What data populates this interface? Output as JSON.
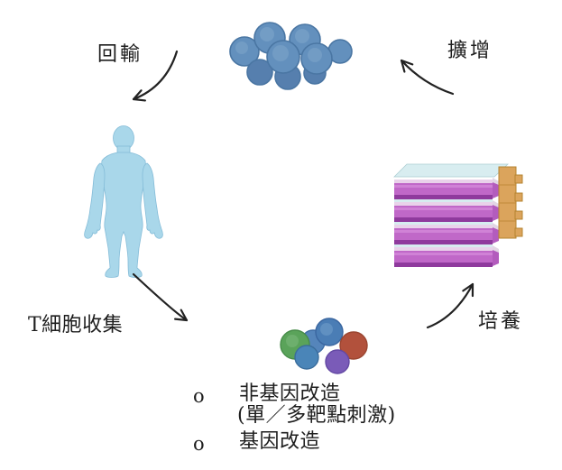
{
  "labels": {
    "reinfusion": "回輸",
    "expansion": "擴增",
    "t_cell_collection": "T細胞收集",
    "culture": "培養"
  },
  "options_list": {
    "items": [
      {
        "marker": "o",
        "text": "非基因改造",
        "subtext": "(單／多靶點刺激)"
      },
      {
        "marker": "o",
        "text": "基因改造"
      }
    ]
  },
  "icons": {
    "expanded_cells": "blue-cell-cluster-icon",
    "patient": "human-figure-icon",
    "collected_cells": "mixed-cell-cluster-icon",
    "culture_flasks": "flask-stack-icon"
  },
  "colors": {
    "human_figure": "#a9d7ea",
    "human_figure_edge": "#84bcd8",
    "blue_cell": "#6390bd",
    "blue_cell_edge": "#4a76a3",
    "flask_liquid": "#c068c8",
    "flask_liquid_dark": "#8f3a9d",
    "flask_top": "#d8edf0",
    "flask_cap": "#dba45c",
    "flask_cap_edge": "#b5832f",
    "cell_green": "#5aa35a",
    "cell_blue": "#4a7db5",
    "cell_teal": "#4a85b8",
    "cell_red": "#b2513c",
    "cell_purple": "#7a5bb8",
    "arrow": "#222222",
    "text": "#1e1e1e"
  }
}
